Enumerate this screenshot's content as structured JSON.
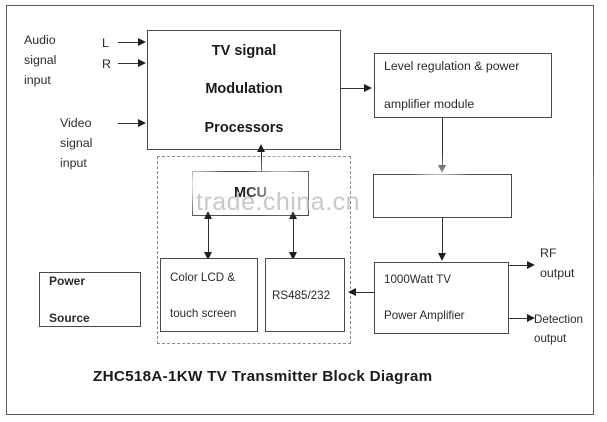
{
  "diagram": {
    "title": "ZHC518A-1KW TV Transmitter Block Diagram",
    "watermark": "trade.china.cn",
    "inputs": {
      "audio_label": "Audio\nsignal\ninput",
      "audio_channel_left": "L",
      "audio_channel_right": "R",
      "video_label": "Video\nsignal\ninput"
    },
    "blocks": {
      "modulation": {
        "line1": "TV signal",
        "line2": "Modulation",
        "line3": "Processors"
      },
      "level_regulation": {
        "line1": "Level regulation & power",
        "line2": "amplifier module"
      },
      "unlabeled_stage": {
        "text": ""
      },
      "mcu": {
        "text": "MCU"
      },
      "lcd": {
        "line1": "Color LCD &",
        "line2": "touch screen"
      },
      "serial": {
        "text": "RS485/232"
      },
      "amplifier": {
        "line1": "1000Watt TV",
        "line2": "Power Amplifier"
      },
      "power_source": {
        "line1": "Power",
        "line2": "Source"
      }
    },
    "outputs": {
      "rf_label": "RF\noutput",
      "detection_label": "Detection\noutput"
    },
    "colors": {
      "box_border": "#4a4a4a",
      "connector": "#2f2f2f",
      "text": "#2b2b2b",
      "watermark": "#c9c9c9",
      "frame": "#5d5d5d"
    }
  }
}
